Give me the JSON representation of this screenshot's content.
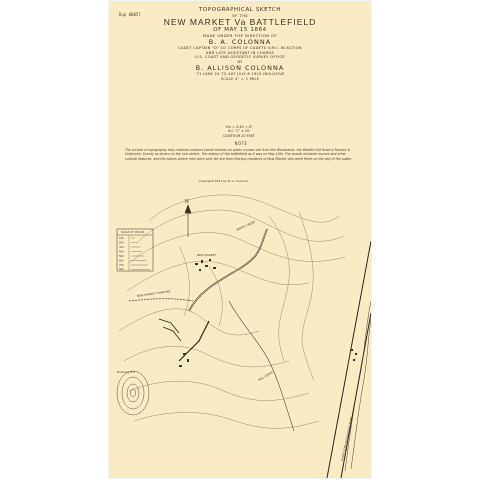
{
  "sheet": {
    "paper_color": "#f9ebc3",
    "ink_color": "#3b3320"
  },
  "title": {
    "corner_note": "Dup 00057",
    "line1": "TOPOGRAPHICAL SKETCH",
    "line2": "OF THE",
    "line3": "NEW MARKET Va BATTLEFIELD",
    "line4": "OF MAY 15 1864",
    "line5": "MADE UNDER THE DIRECTION OF",
    "line6": "B. A. COLONNA",
    "line7": "CADET CAPTAIN \"D\" CO CORPS OF CADETS V.M.I. IN ACTION",
    "line8": "AND LATE ASSISTANT IN CHARGE",
    "line9": "U.S. COAST AND GEODETIC SURVEY OFFICE",
    "line10": "BY",
    "line11": "B. ALLISON COLONNA",
    "line12": "'71 JUNE 24 TO SAT JULY 8 1910 INCLUSIVE",
    "line13": "SCALE 4\" = 1 MILE"
  },
  "scale_info": {
    "line1": "Vm = 3.45 = 4°",
    "line2": "A.C. 1° ± 25'",
    "line3": "CONTOUR 20 FEET"
  },
  "notes": {
    "heading": "NOTE",
    "text": "The picture of topography fully meshed contours (small themes on water crosses are from the Woodstock, the Walden Old Road & Ranney & Doltimore. Survey as shown on the one sketch. The station of the battlefield as it was on May 15th. The woods orchards houses and other cultural features, and the places where men were shot fell are from Sterling residents of New Market who were there on the day of the battle.",
    "copyright": "Copyright 1911 by B. A. Colonna"
  },
  "map_labels": {
    "north_arrow": "N",
    "tree": "Bushong Hill",
    "creek_left": "SMITH CREEK",
    "road_left": "NEW MARKET TURNPIKE",
    "town": "NEW MARKET",
    "creek_bottom": "MILL CREEK",
    "river_right": "NORTH FORK SHENANDOAH RIVER",
    "table_title": "SCALE OF CHAINS"
  },
  "legend_table": {
    "rows": [
      "100",
      "200",
      "300",
      "400",
      "500",
      "600",
      "700",
      "800"
    ]
  }
}
